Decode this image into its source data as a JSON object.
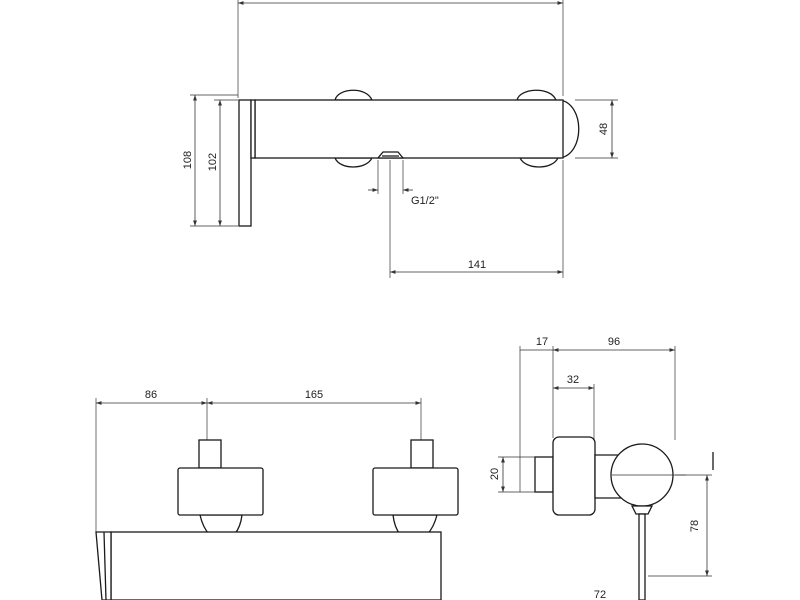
{
  "top_view": {
    "dims": {
      "height_overall": "108",
      "height_inner": "102",
      "body_depth": "48",
      "thread": "G1/2\"",
      "outlet_offset": "141"
    }
  },
  "front_view": {
    "dims": {
      "left_offset": "86",
      "inlet_spacing": "165"
    }
  },
  "side_view": {
    "dims": {
      "wall_gap": "17",
      "depth": "96",
      "eccentric": "32",
      "inlet_dia": "20",
      "handle_height": "78",
      "bottom_width": "72"
    }
  }
}
